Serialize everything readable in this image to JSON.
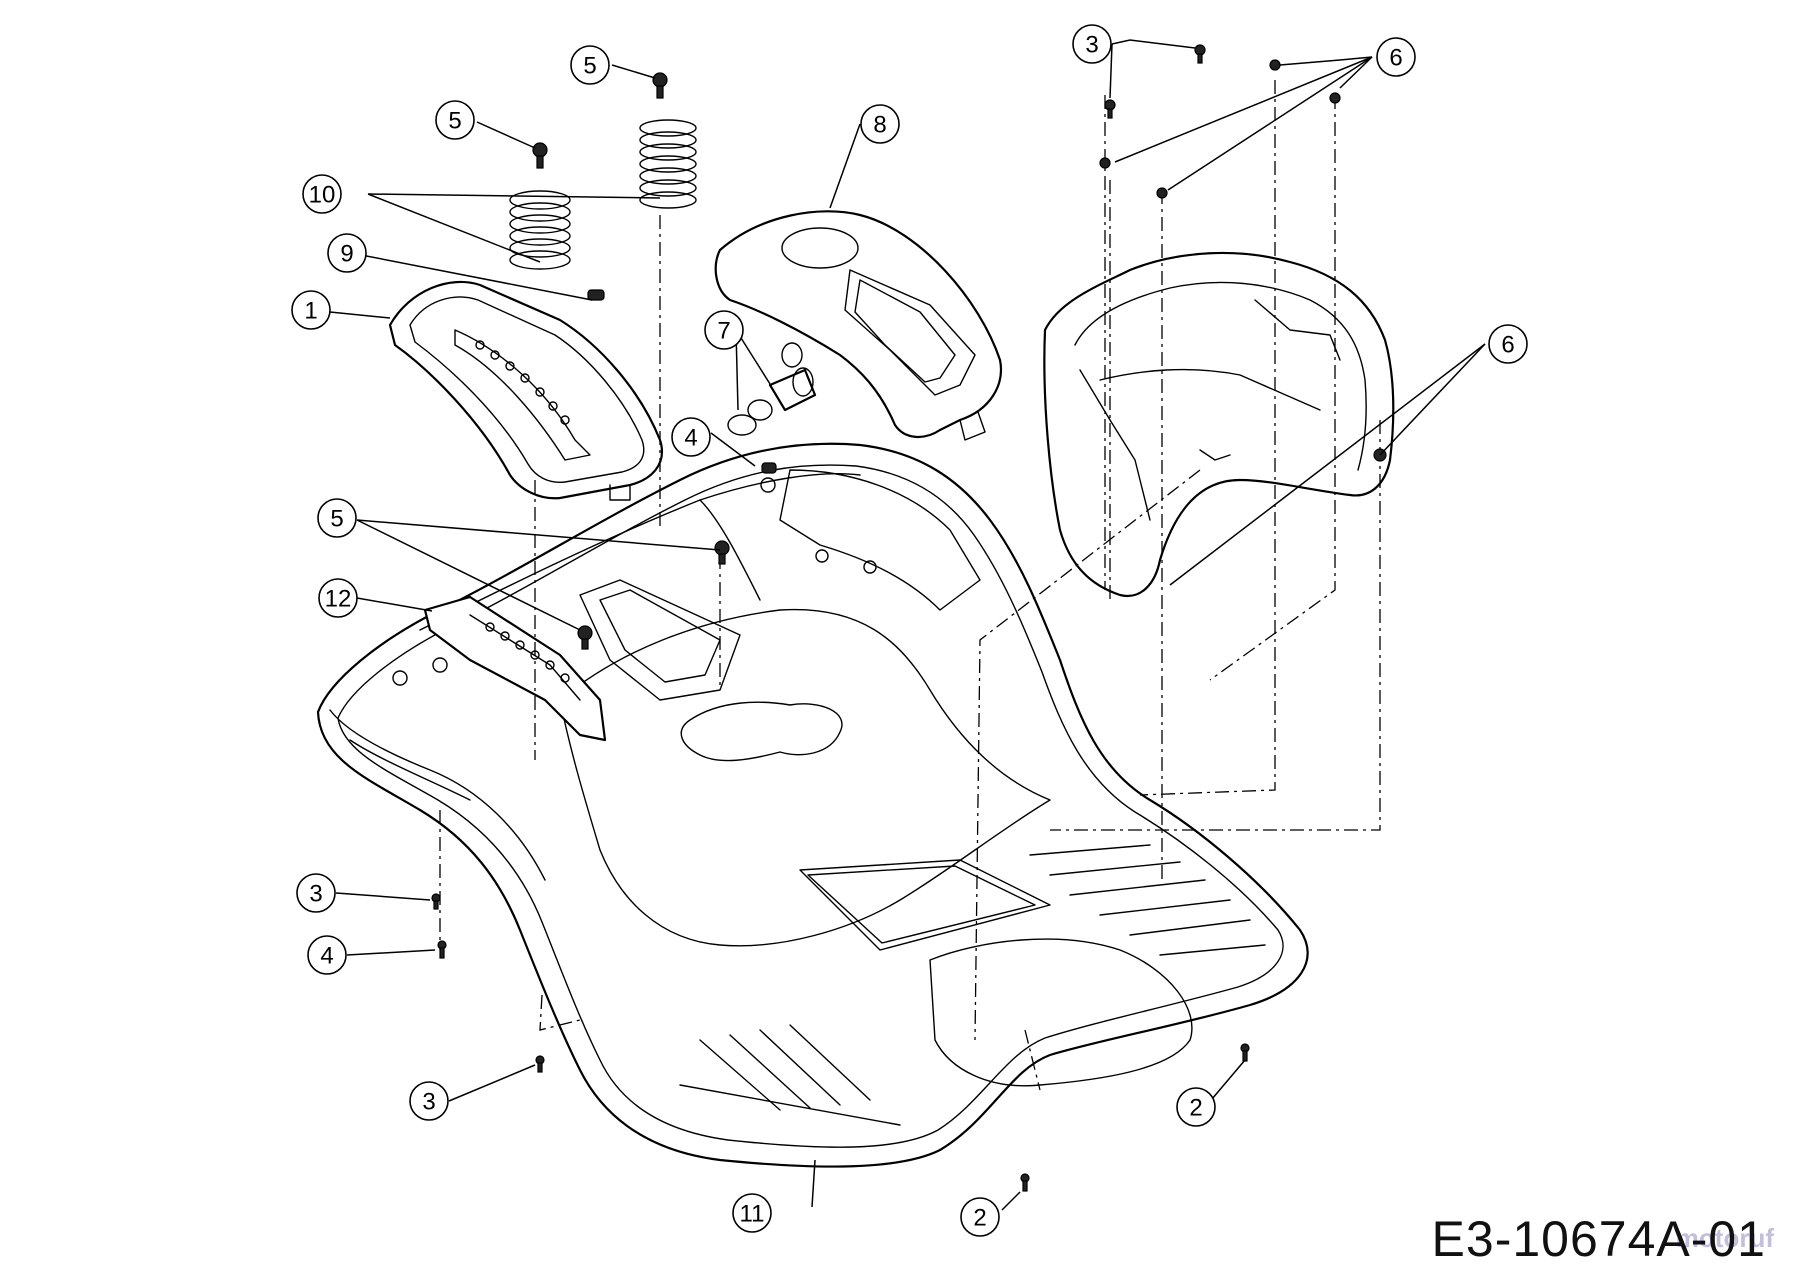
{
  "drawing_code": "E3-10674A-01",
  "watermark": "motoruf",
  "callouts": [
    {
      "label": "1"
    },
    {
      "label": "2"
    },
    {
      "label": "2"
    },
    {
      "label": "3"
    },
    {
      "label": "3"
    },
    {
      "label": "3"
    },
    {
      "label": "4"
    },
    {
      "label": "4"
    },
    {
      "label": "5"
    },
    {
      "label": "5"
    },
    {
      "label": "5"
    },
    {
      "label": "6"
    },
    {
      "label": "6"
    },
    {
      "label": "7"
    },
    {
      "label": "8"
    },
    {
      "label": "9"
    },
    {
      "label": "10"
    },
    {
      "label": "11"
    },
    {
      "label": "12"
    }
  ]
}
